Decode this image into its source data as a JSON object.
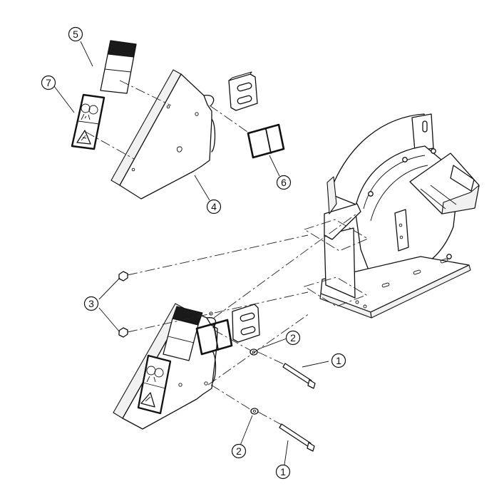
{
  "callouts": {
    "c5": "5",
    "c7": "7",
    "c4": "4",
    "c6": "6",
    "c3": "3",
    "c2a": "2",
    "c2b": "2",
    "c1a": "1",
    "c1b": "1"
  }
}
